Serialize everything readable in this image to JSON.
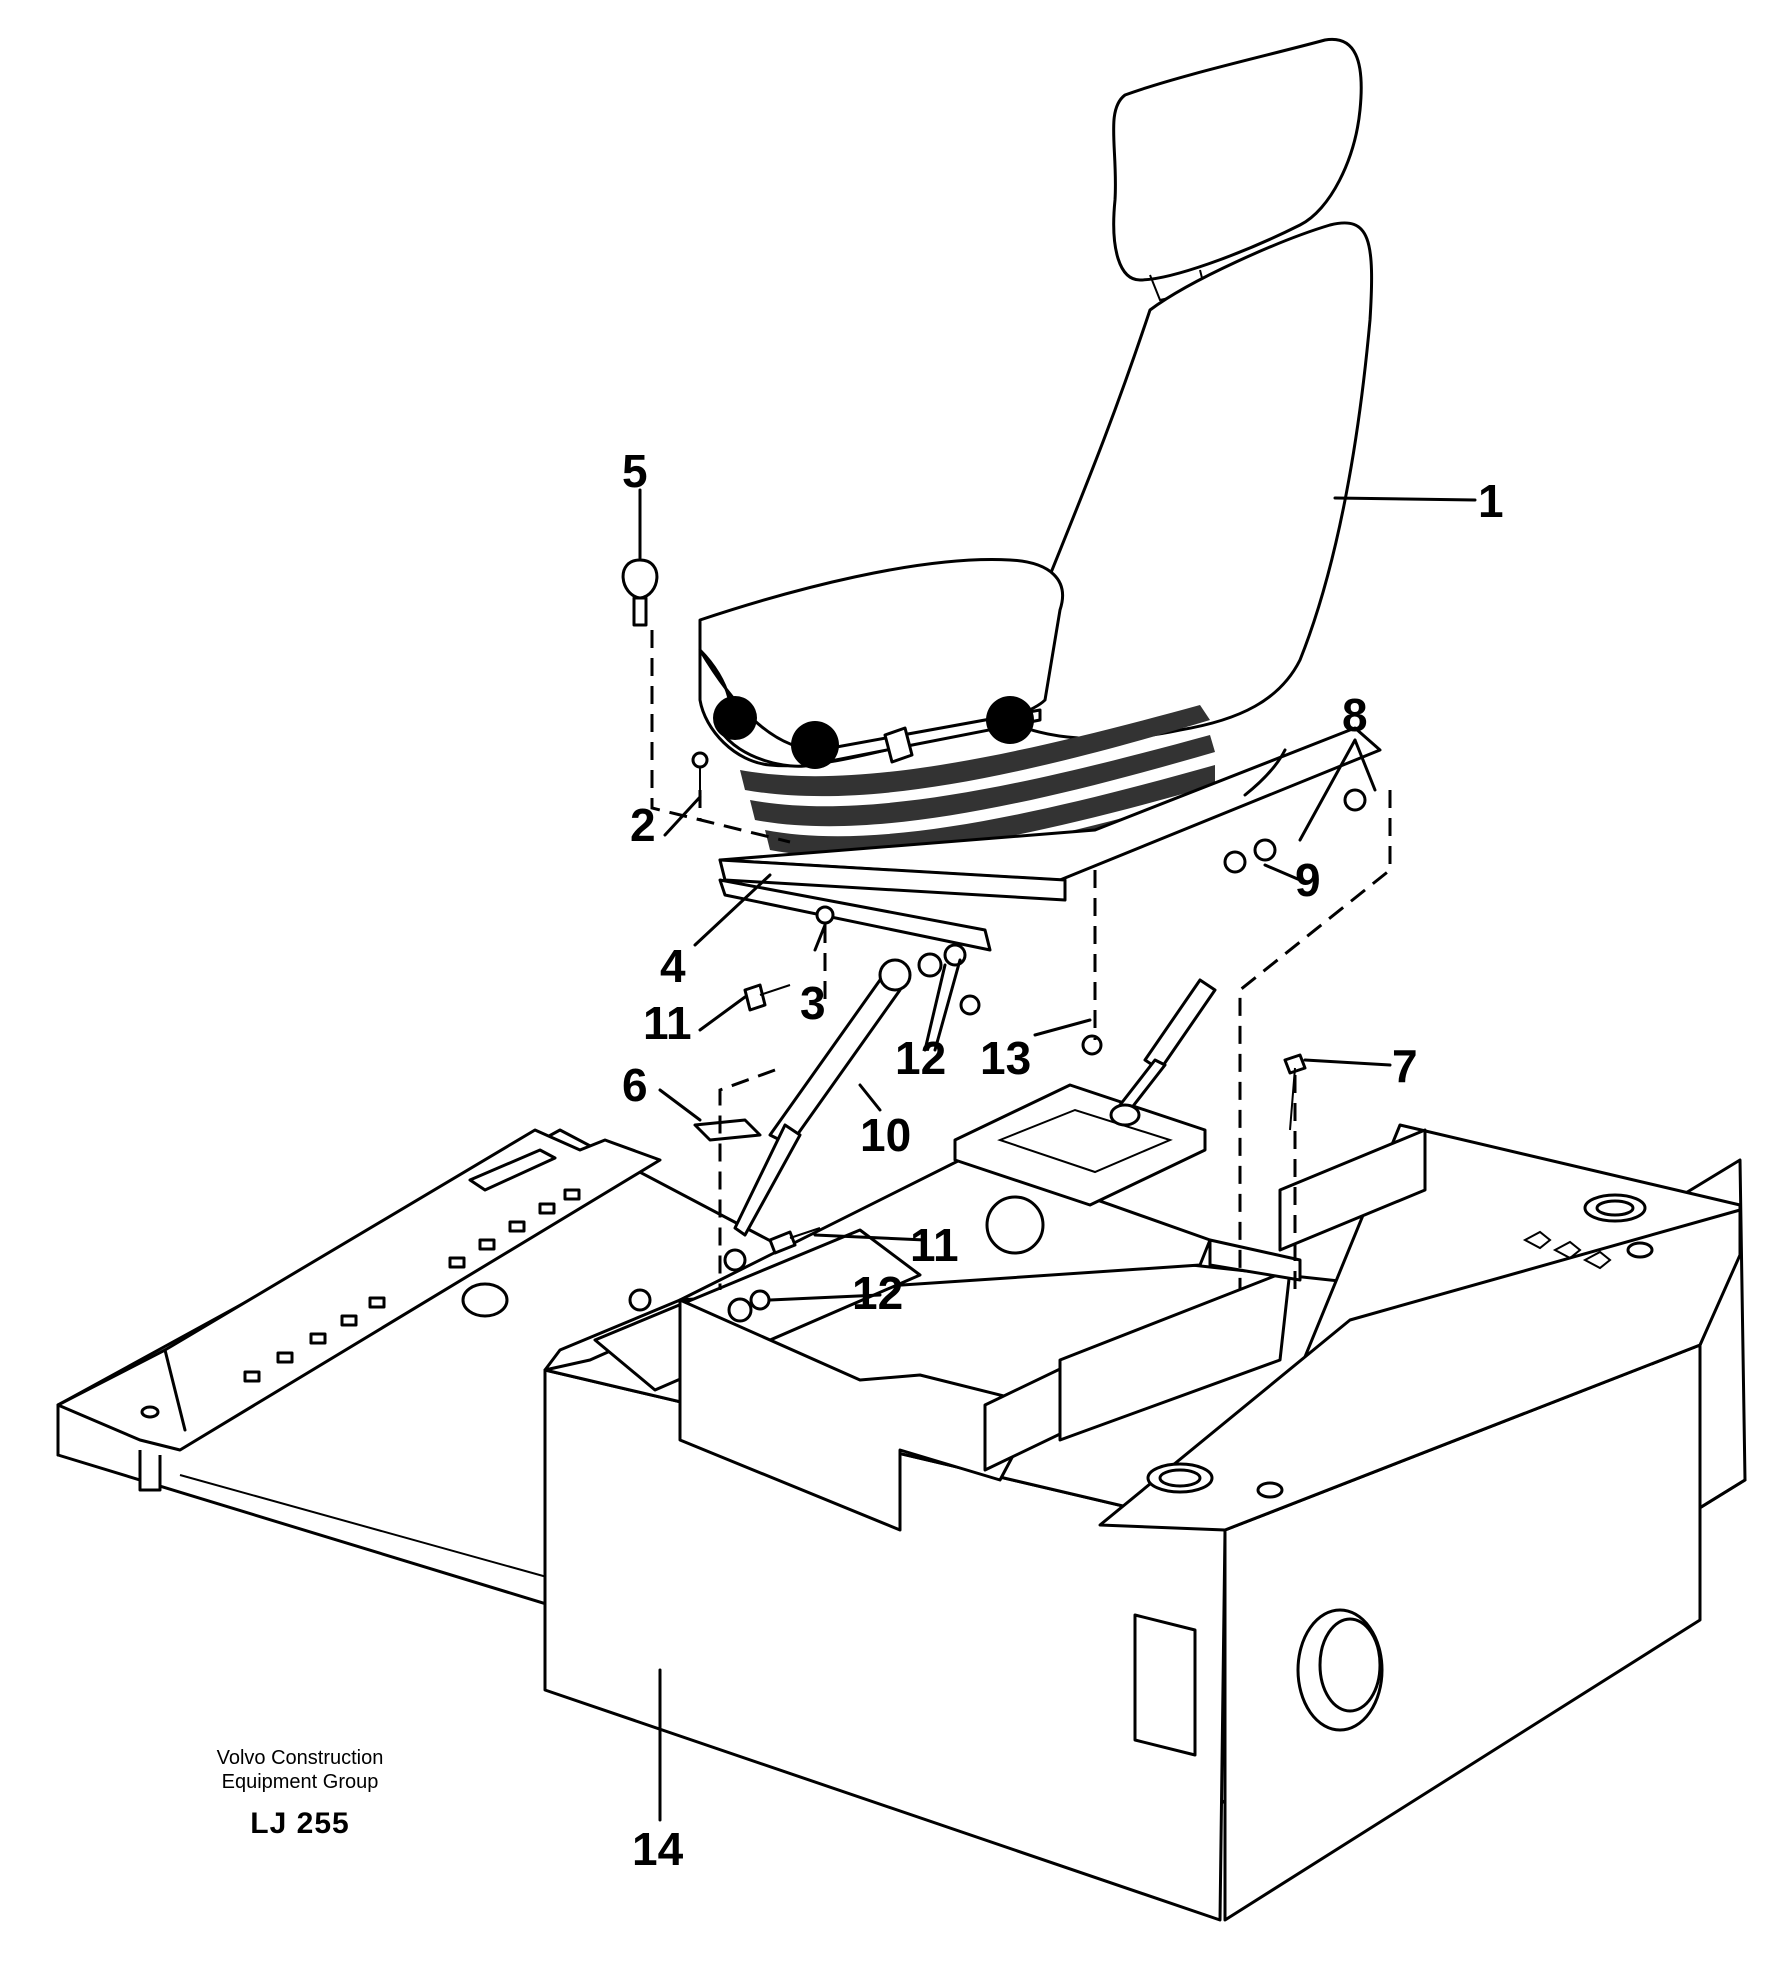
{
  "parts": [
    "1",
    "2",
    "3",
    "4",
    "5",
    "6",
    "7",
    "8",
    "9",
    "10",
    "11",
    "11",
    "12",
    "12",
    "13",
    "14"
  ],
  "credit": {
    "line1": "Volvo Construction",
    "line2": "Equipment Group",
    "code": "LJ 255"
  }
}
